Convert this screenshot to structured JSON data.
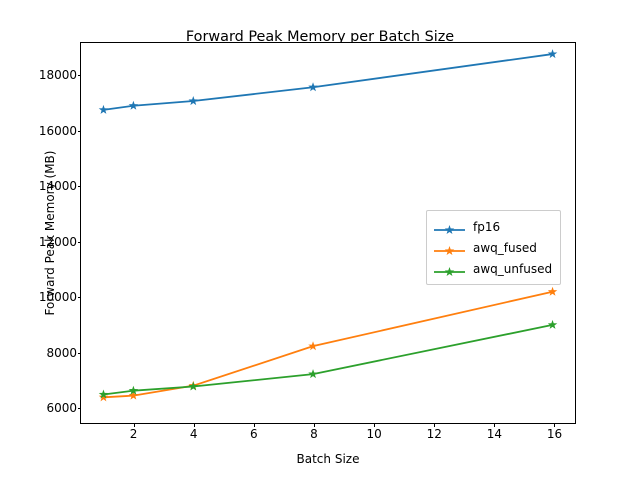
{
  "chart_data": {
    "type": "line",
    "title": "Forward Peak Memory per Batch Size",
    "xlabel": "Batch Size",
    "ylabel": "Forward Peak Memory (MB)",
    "x": [
      1,
      2,
      4,
      8,
      16
    ],
    "xlim": [
      0.25,
      16.75
    ],
    "ylim": [
      5400,
      19150
    ],
    "xticks": [
      2,
      4,
      6,
      8,
      10,
      12,
      14,
      16
    ],
    "yticks": [
      6000,
      8000,
      10000,
      12000,
      14000,
      16000,
      18000
    ],
    "grid": false,
    "legend_position": "center-right",
    "marker": "star",
    "series": [
      {
        "name": "fp16",
        "color": "#1f77b4",
        "values": [
          16730,
          16880,
          17050,
          17550,
          18750
        ]
      },
      {
        "name": "awq_fused",
        "color": "#ff7f0e",
        "values": [
          6330,
          6390,
          6750,
          8180,
          10150
        ]
      },
      {
        "name": "awq_unfused",
        "color": "#2ca02c",
        "values": [
          6430,
          6570,
          6720,
          7170,
          8950
        ]
      }
    ]
  }
}
